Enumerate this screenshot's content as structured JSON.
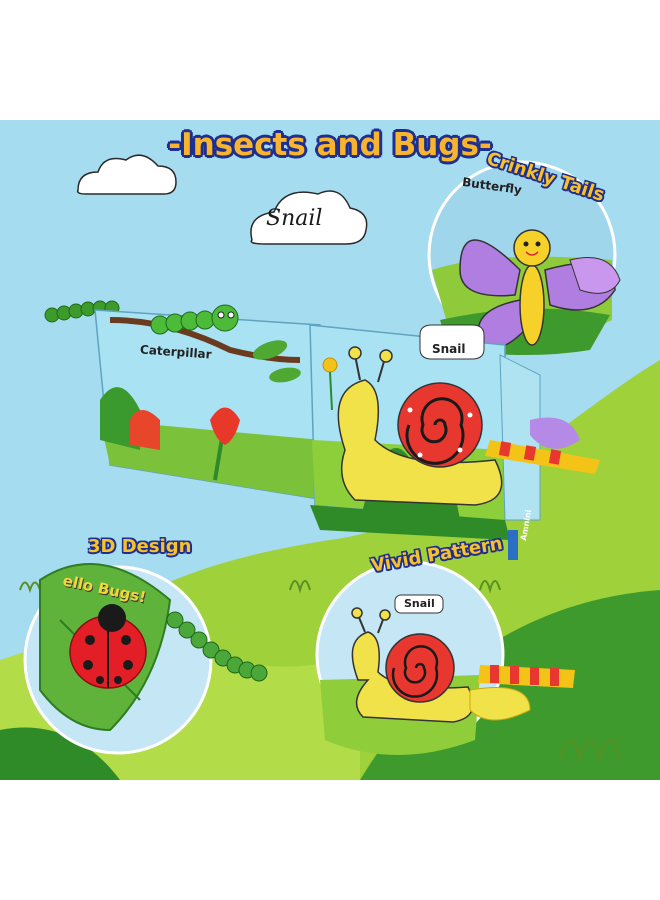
{
  "title": "-Insects and Bugs-",
  "cloud_label": "Snail",
  "callouts": {
    "crinkly": "Crinkly Tails",
    "design3d": "3D Design",
    "vivid": "Vivid Pattern"
  },
  "book_labels": {
    "caterpillar": "Caterpillar",
    "snail_page": "Snail",
    "butterfly": "Butterfly",
    "snail_zoom": "Snail",
    "hello_bugs": "ello Bugs!",
    "brand": "Amnini"
  },
  "colors": {
    "sky": "#9fdaf0",
    "grass_light": "#a8d43c",
    "grass_dark": "#3f9a2e",
    "title_fill": "#f7b42c",
    "outline": "#1f2f8f"
  }
}
